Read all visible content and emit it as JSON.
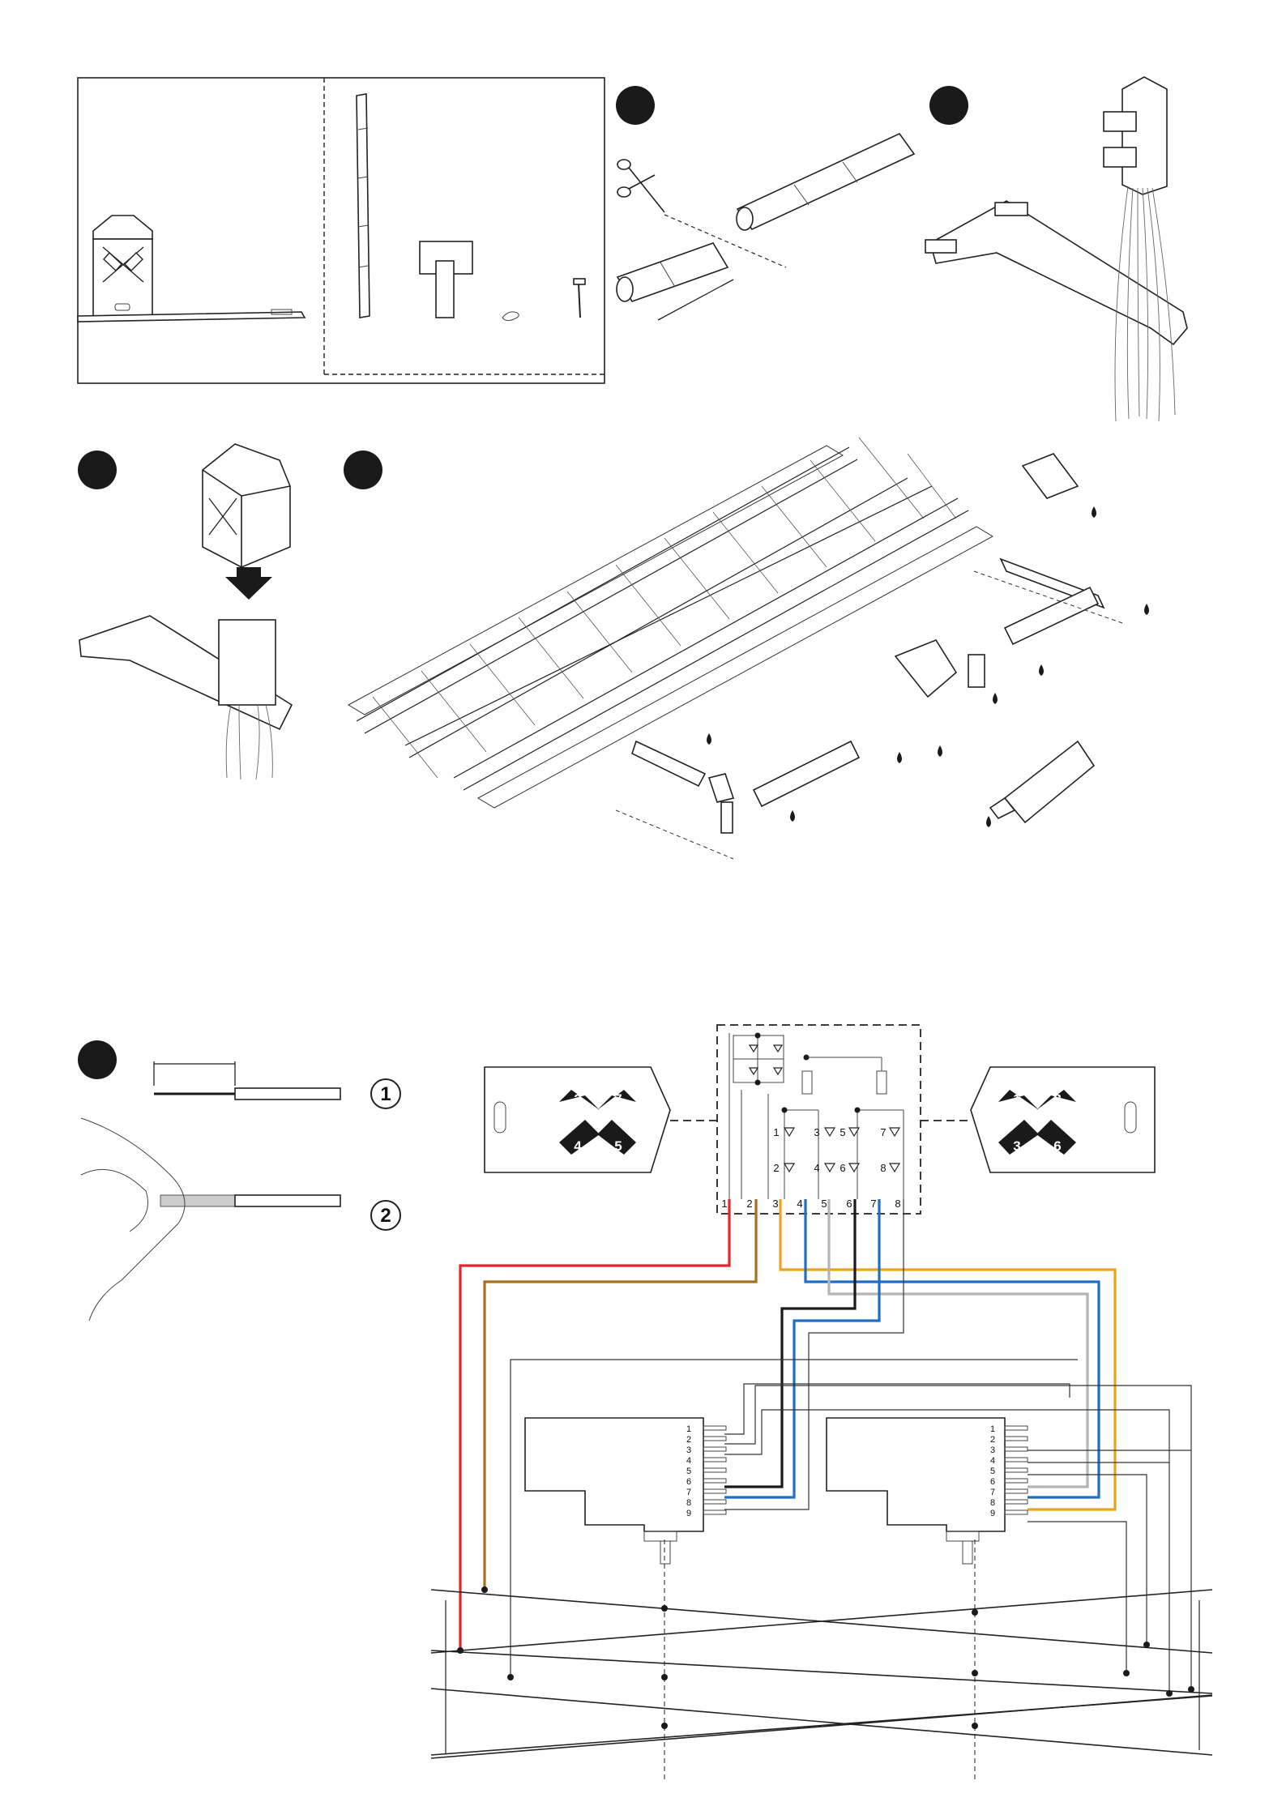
{
  "sign_left": {
    "numbers": [
      "2",
      "7",
      "4",
      "5"
    ]
  },
  "sign_right": {
    "numbers": [
      "1",
      "8",
      "3",
      "6"
    ]
  },
  "circuit": {
    "diodes_top": [
      "1",
      "3",
      "5",
      "7"
    ],
    "diodes_bottom": [
      "2",
      "4",
      "6",
      "8"
    ],
    "pins": [
      "1",
      "2",
      "3",
      "4",
      "5",
      "6",
      "7",
      "8"
    ]
  },
  "strip_steps": [
    "1",
    "2"
  ],
  "decoder_left": {
    "pins": [
      "1",
      "2",
      "3",
      "4",
      "5",
      "6",
      "7",
      "8",
      "9"
    ]
  },
  "decoder_right": {
    "pins": [
      "1",
      "2",
      "3",
      "4",
      "5",
      "6",
      "7",
      "8",
      "9"
    ]
  },
  "wire_colors": {
    "red": "#e3262a",
    "brown": "#a86f1e",
    "orange": "#eea21b",
    "blue": "#1e6fc4",
    "gray": "#b5b5b5",
    "black": "#1a1a1a",
    "line": "#222222"
  },
  "icons": [
    "step-circle",
    "scissors-icon",
    "glue-drop-icon",
    "glue-tube-icon",
    "hand-icon",
    "down-arrow-icon"
  ]
}
